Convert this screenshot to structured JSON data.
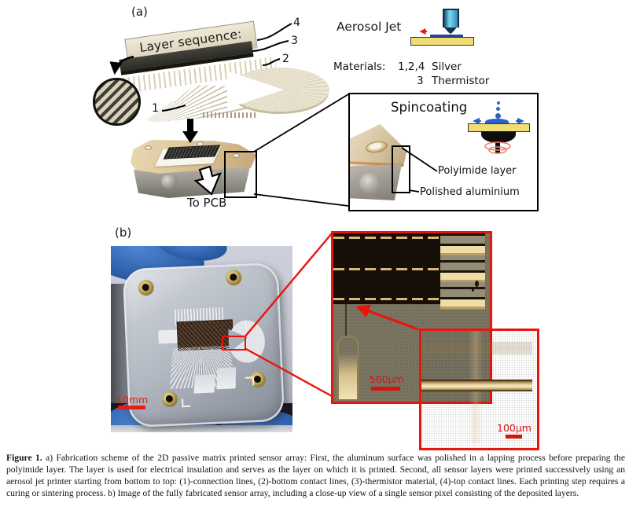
{
  "panel_a": {
    "label": "(a)",
    "layer_sequence_title": "Layer sequence:",
    "layer_labels": {
      "top_contact": "4",
      "thermistor": "3",
      "bottom_contact": "2",
      "connection": "1"
    },
    "aerosol_jet": {
      "title": "Aerosol Jet"
    },
    "materials": {
      "label": "Materials:",
      "silver_layers": "1,2,4",
      "silver_name": "Silver",
      "thermistor_layer": "3",
      "thermistor_name": "Thermistor"
    },
    "to_pcb_label": "To PCB",
    "spincoating": {
      "title": "Spincoating",
      "polyimide_label": "Polyimide layer",
      "aluminium_label": "Polished aluminium"
    }
  },
  "panel_b": {
    "label": "(b)",
    "photo_scale_bar": "10mm",
    "closeup_scale_bar": "500μm",
    "inset_scale_bar": "100μm"
  },
  "caption": {
    "label": "Figure 1.",
    "text": " a) Fabrication scheme of the 2D passive matrix printed sensor array: First, the aluminum surface was polished in a lapping process before preparing the polyimide layer. The layer is used for electrical insulation and serves as the layer on which it is printed. Second, all sensor layers were printed successively using an aerosol jet printer starting from bottom to top: (1)-connection lines, (2)-bottom contact lines, (3)-thermistor material, (4)-top contact lines. Each printing step requires a curing or sintering process. b) Image of the fully fabricated sensor array, including a close-up view of a single sensor pixel consisting of the deposited layers."
  },
  "colors": {
    "highlight_red": "#e8150d",
    "scale_bar_red": "#d41510",
    "glove_blue": "#3a72c4",
    "substrate_yellow": "#f2dd74",
    "nozzle_teal": "#6fc8e0",
    "trace_blue": "#24448e",
    "layer_beige": "#ddd4bc",
    "thermistor_dark": "#3a3833",
    "micrograph_gold": "#eed9a2"
  }
}
